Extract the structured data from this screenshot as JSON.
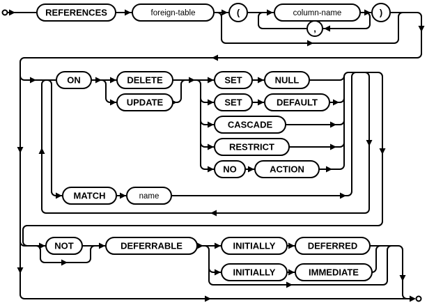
{
  "diagram": {
    "kind": "railroad-syntax-diagram",
    "colors": {
      "line": "#000000",
      "background": "#ffffff",
      "node_fill": "#ffffff",
      "text": "#000000"
    },
    "nodes": {
      "references": "REFERENCES",
      "foreign_table": "foreign-table",
      "open_paren": "(",
      "column_name": "column-name",
      "comma": ",",
      "close_paren": ")",
      "on": "ON",
      "delete": "DELETE",
      "update": "UPDATE",
      "set1": "SET",
      "null": "NULL",
      "set2": "SET",
      "default": "DEFAULT",
      "cascade": "CASCADE",
      "restrict": "RESTRICT",
      "no": "NO",
      "action": "ACTION",
      "match": "MATCH",
      "name": "name",
      "not": "NOT",
      "deferrable": "DEFERRABLE",
      "initially1": "INITIALLY",
      "deferred": "DEFERRED",
      "initially2": "INITIALLY",
      "immediate": "IMMEDIATE"
    }
  }
}
